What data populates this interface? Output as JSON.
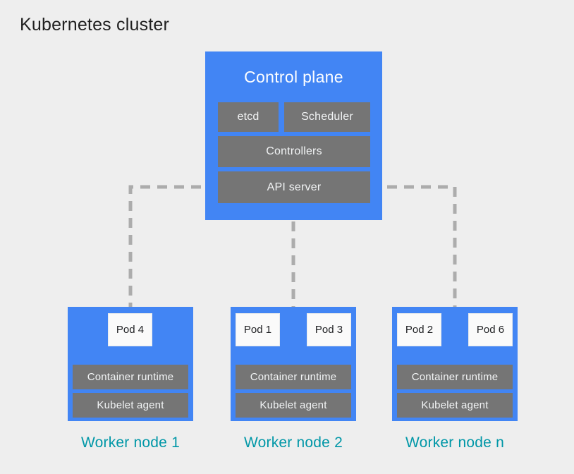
{
  "title": "Kubernetes cluster",
  "colors": {
    "node_blue": "#4285f4",
    "component_gray": "#757575",
    "label_teal": "#0097a7",
    "connector_gray": "#acacac",
    "background": "#eeeeee"
  },
  "control_plane": {
    "label": "Control plane",
    "components": [
      {
        "label": "etcd"
      },
      {
        "label": "Scheduler"
      },
      {
        "label": "Controllers"
      },
      {
        "label": "API server"
      }
    ]
  },
  "worker_nodes": [
    {
      "label": "Worker node 1",
      "pods": [
        {
          "label": "Pod 4"
        }
      ],
      "components": [
        {
          "label": "Container runtime"
        },
        {
          "label": "Kubelet agent"
        }
      ]
    },
    {
      "label": "Worker node 2",
      "pods": [
        {
          "label": "Pod 1"
        },
        {
          "label": "Pod 3"
        }
      ],
      "components": [
        {
          "label": "Container runtime"
        },
        {
          "label": "Kubelet agent"
        }
      ]
    },
    {
      "label": "Worker node n",
      "pods": [
        {
          "label": "Pod 2"
        },
        {
          "label": "Pod 6"
        }
      ],
      "components": [
        {
          "label": "Container runtime"
        },
        {
          "label": "Kubelet agent"
        }
      ]
    }
  ]
}
